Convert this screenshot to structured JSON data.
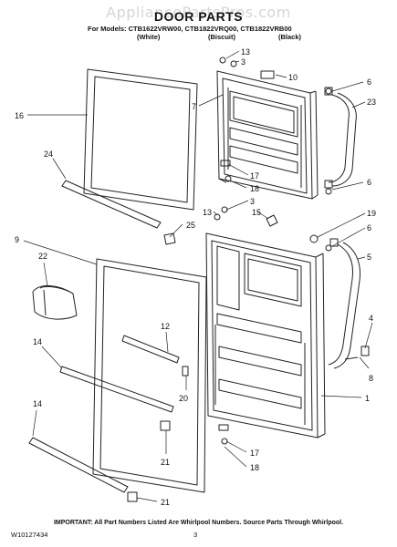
{
  "watermark": "AppliancePartsPros.com",
  "title": "DOOR PARTS",
  "models_line": "For Models: CTB1622VRW00, CTB1822VRQ00, CTB1822VRB00",
  "variants": [
    "(White)",
    "(Biscuit)",
    "(Black)"
  ],
  "callouts": [
    "13",
    "3",
    "10",
    "6",
    "23",
    "7",
    "17",
    "18",
    "6",
    "16",
    "24",
    "13",
    "3",
    "15",
    "19",
    "25",
    "6",
    "5",
    "9",
    "22",
    "12",
    "4",
    "14",
    "8",
    "20",
    "1",
    "14",
    "17",
    "21",
    "18",
    "21"
  ],
  "footer_note": "IMPORTANT: All Part Numbers Listed Are Whirlpool Numbers. Source Parts Through Whirlpool.",
  "doc_number": "W10127434",
  "page_number": "3"
}
